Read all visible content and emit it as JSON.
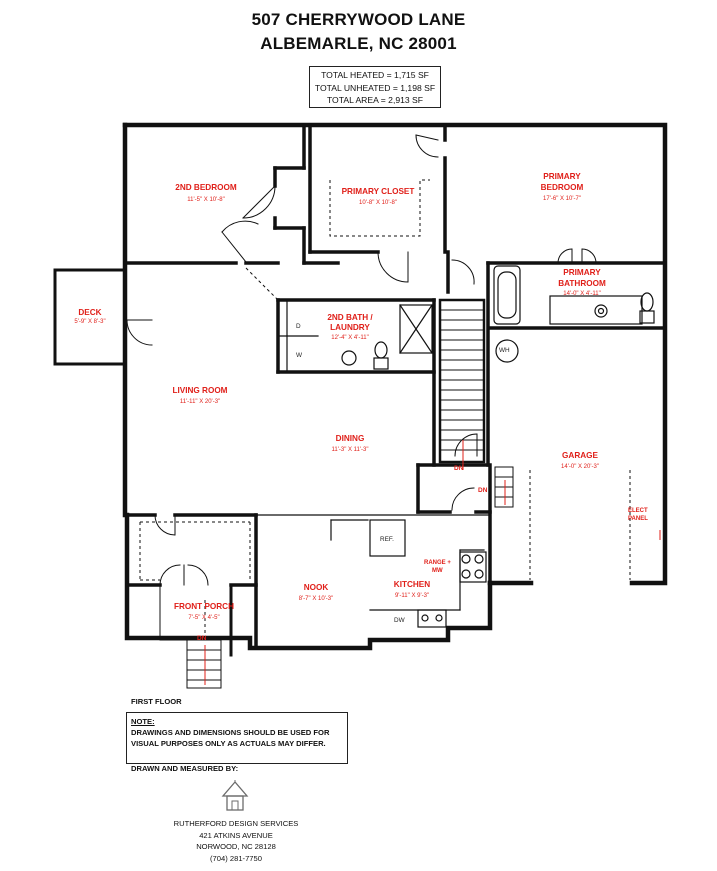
{
  "header": {
    "address_line1": "507 CHERRYWOOD LANE",
    "address_line2": "ALBEMARLE, NC 28001"
  },
  "areas": {
    "heated": "TOTAL HEATED = 1,715 SF",
    "unheated": "TOTAL UNHEATED = 1,198 SF",
    "total": "TOTAL AREA = 2,913 SF"
  },
  "rooms": {
    "bedroom2": {
      "name": "2ND BEDROOM",
      "dims": "11'-5\" X 10'-8\""
    },
    "primary_closet": {
      "name": "PRIMARY CLOSET",
      "dims": "10'-8\" X 10'-8\""
    },
    "primary_bedroom": {
      "name": "PRIMARY BEDROOM",
      "name_line1": "PRIMARY",
      "name_line2": "BEDROOM",
      "dims": "17'-6\" X 10'-7\""
    },
    "primary_bathroom": {
      "name": "PRIMARY BATHROOM",
      "name_line1": "PRIMARY",
      "name_line2": "BATHROOM",
      "dims": "14'-0\" X 4'-11\""
    },
    "deck": {
      "name": "DECK",
      "dims": "5'-9\" X 8'-3\""
    },
    "bath2_laundry": {
      "name_line1": "2ND BATH /",
      "name_line2": "LAUNDRY",
      "dims": "12'-4\" X 4'-11\""
    },
    "living_room": {
      "name": "LIVING ROOM",
      "dims": "11'-11\" X 20'-3\""
    },
    "dining": {
      "name": "DINING",
      "dims": "11'-3\" X 11'-3\""
    },
    "garage": {
      "name": "GARAGE",
      "dims": "14'-0\" X 20'-3\""
    },
    "front_porch": {
      "name": "FRONT PORCH",
      "dims": "7'-5\" X 4'-5\""
    },
    "nook": {
      "name": "NOOK",
      "dims": "8'-7\" X 10'-3\""
    },
    "kitchen": {
      "name": "KITCHEN",
      "dims": "9'-11\" X 9'-3\""
    }
  },
  "fixtures": {
    "wh": "WH",
    "dn_stairs": "DN",
    "dn_garage": "DN",
    "dn_porch": "DN",
    "elect_panel_line1": "ELECT",
    "elect_panel_line2": "PANEL",
    "ref": "REF.",
    "range_line1": "RANGE +",
    "range_line2": "MW",
    "dw": "DW",
    "dryer": "D",
    "washer": "W"
  },
  "footer": {
    "floor_label": "FIRST FLOOR",
    "note_title": "NOTE:",
    "note_text_line1": "DRAWINGS AND DIMENSIONS SHOULD BE USED FOR",
    "note_text_line2": "VISUAL PURPOSES ONLY AS ACTUALS MAY DIFFER.",
    "drawn_by": "DRAWN AND MEASURED BY:",
    "company": "RUTHERFORD DESIGN SERVICES",
    "street": "421 ATKINS AVENUE",
    "city": "NORWOOD, NC 28128",
    "phone": "(704) 281-7750"
  }
}
